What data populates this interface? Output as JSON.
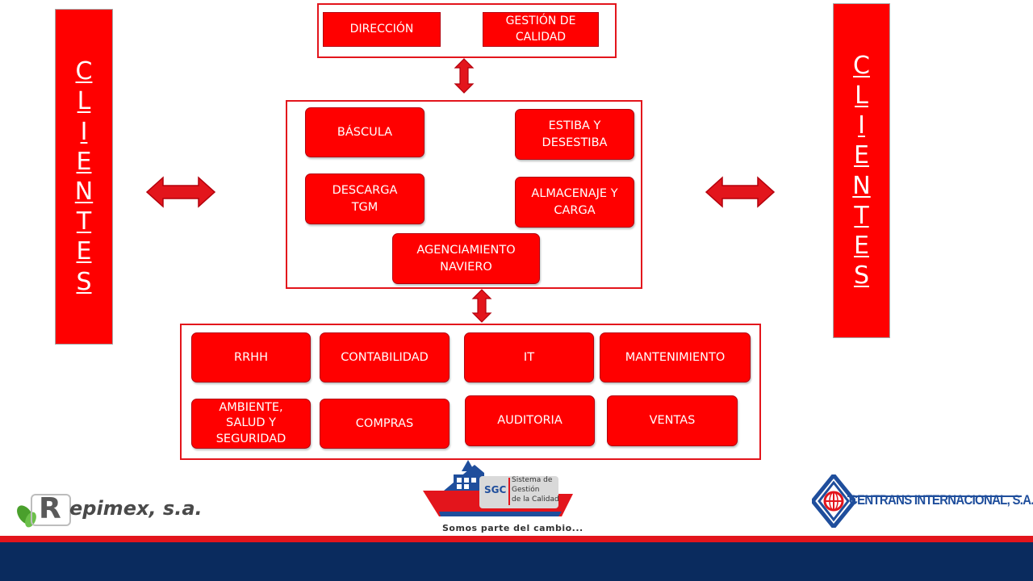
{
  "clientes_left": [
    "C",
    "L",
    "I",
    "E",
    "N",
    "T",
    "E",
    "S"
  ],
  "clientes_right": [
    "C",
    "L",
    "I",
    "E",
    "N",
    "T",
    "E",
    "S"
  ],
  "top_group": {
    "direccion": "DIRECCIÓN",
    "gestion_calidad": "GESTIÓN DE\nCALIDAD"
  },
  "middle_group": {
    "bascula": "BÁSCULA",
    "estiba": "ESTIBA Y\nDESESTIBA",
    "descarga": "DESCARGA\nTGM",
    "almacenaje": "ALMACENAJE Y\nCARGA",
    "agenciamiento": "AGENCIAMIENTO\nNAVIERO"
  },
  "bottom_group": {
    "rrhh": "RRHH",
    "contabilidad": "CONTABILIDAD",
    "it": "IT",
    "mantenimiento": "MANTENIMIENTO",
    "ambiente": "AMBIENTE,\nSALUD Y\nSEGURIDAD",
    "compras": "COMPRAS",
    "auditoria": "AUDITORIA",
    "ventas": "VENTAS"
  },
  "logos": {
    "repimex": "epimex, s.a.",
    "repimex_initial": "R",
    "sgc_badge": "SGC",
    "sgc_line1": "Sistema de",
    "sgc_line2": "Gestión",
    "sgc_line3": "de la Calidad",
    "sgc_slogan": "Somos parte del cambio...",
    "centrans": "CENTRANS INTERNACIONAL, S.A."
  },
  "colors": {
    "accent_red": "#ff0000",
    "frame_red": "#e3151c",
    "footer_blue": "#0a2b5e"
  }
}
